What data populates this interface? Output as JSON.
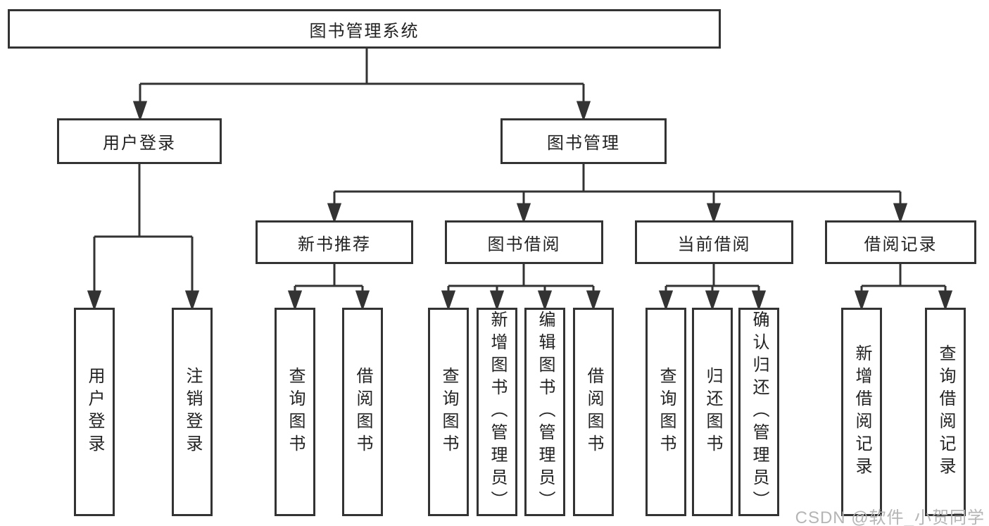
{
  "diagram": {
    "root": {
      "label": "图书管理系统"
    },
    "branches": [
      {
        "label": "用户登录",
        "leaves": [
          {
            "label": "用户登录"
          },
          {
            "label": "注销登录"
          }
        ]
      },
      {
        "label": "图书管理",
        "sections": [
          {
            "label": "新书推荐",
            "leaves": [
              {
                "label": "查询图书"
              },
              {
                "label": "借阅图书"
              }
            ]
          },
          {
            "label": "图书借阅",
            "leaves": [
              {
                "label": "查询图书"
              },
              {
                "label": "新增图书（管理员）"
              },
              {
                "label": "编辑图书（管理员）"
              },
              {
                "label": "借阅图书"
              }
            ]
          },
          {
            "label": "当前借阅",
            "leaves": [
              {
                "label": "查询图书"
              },
              {
                "label": "归还图书"
              },
              {
                "label": "确认归还（管理员）"
              }
            ]
          },
          {
            "label": "借阅记录",
            "leaves": [
              {
                "label": "新增借阅记录"
              },
              {
                "label": "查询借阅记录"
              }
            ]
          }
        ]
      }
    ]
  },
  "watermark": {
    "text": "CSDN @软件_小贺同学"
  },
  "colors": {
    "line": "#333333",
    "text": "#222222",
    "watermark": "#b5b5b5",
    "background": "#ffffff"
  }
}
